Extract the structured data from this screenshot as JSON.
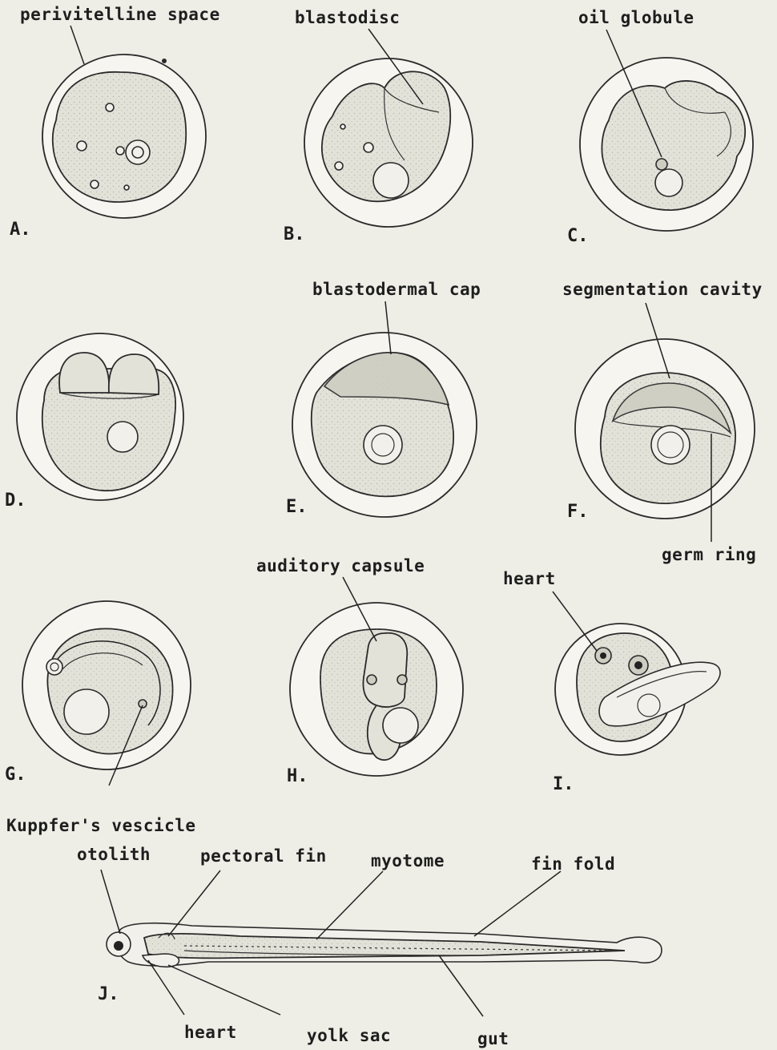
{
  "labels": {
    "perivitelline_space": "perivitelline space",
    "blastodisc": "blastodisc",
    "oil_globule": "oil globule",
    "blastodermal_cap": "blastodermal cap",
    "segmentation_cavity": "segmentation cavity",
    "germ_ring": "germ ring",
    "auditory_capsule": "auditory capsule",
    "heart_top": "heart",
    "kuppfers_vescicle": "Kuppfer's vescicle",
    "otolith": "otolith",
    "pectoral_fin": "pectoral fin",
    "myotome": "myotome",
    "fin_fold": "fin fold",
    "heart_bottom": "heart",
    "yolk_sac": "yolk sac",
    "gut": "gut"
  },
  "panels": {
    "a": "A.",
    "b": "B.",
    "c": "C.",
    "d": "D.",
    "e": "E.",
    "f": "F.",
    "g": "G.",
    "h": "H.",
    "i": "I.",
    "j": "J."
  }
}
